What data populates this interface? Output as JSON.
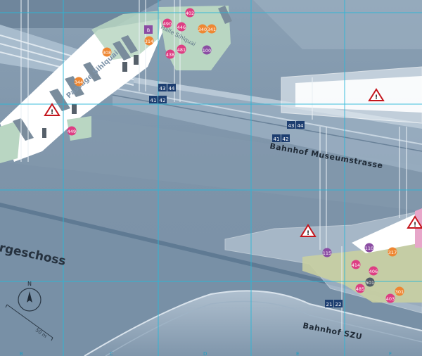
{
  "map": {
    "station_museumstrasse": "Bahnhof Museumstrasse",
    "station_szu": "Bahnhof SZU",
    "level": "rgeschoss",
    "passage_sihlquai": "Passage Sihlquai",
    "halle_sihlquai": "Halle Sihlquai",
    "north_label": "N",
    "scale_label": "50 m",
    "grid_labels": [
      "B",
      "C",
      "D",
      "E",
      "F"
    ]
  },
  "tracks": {
    "museum_a": [
      "43",
      "44",
      "41",
      "42"
    ],
    "museum_b": [
      "43",
      "44",
      "41",
      "42"
    ],
    "szu": [
      "21",
      "22"
    ]
  },
  "poi_pink": [
    "402",
    "490",
    "446",
    "481",
    "438",
    "449",
    "414",
    "406",
    "485",
    "403"
  ],
  "poi_orange": [
    "340",
    "341",
    "314",
    "308",
    "344",
    "317",
    "301"
  ],
  "poi_purple": [
    "B",
    "100",
    "110",
    "115",
    "501"
  ],
  "colors": {
    "background": "#7e94a9",
    "platform": "#ffffff",
    "green_zone": "#b9d6c2",
    "olive_zone": "#c9cfa1",
    "poi_pink": "#dd3e83",
    "poi_orange": "#ee8733",
    "poi_purple": "#8b4da3",
    "track_box": "#1d3e70",
    "grid_line": "#29b7d8",
    "warning_red": "#c4151c"
  }
}
